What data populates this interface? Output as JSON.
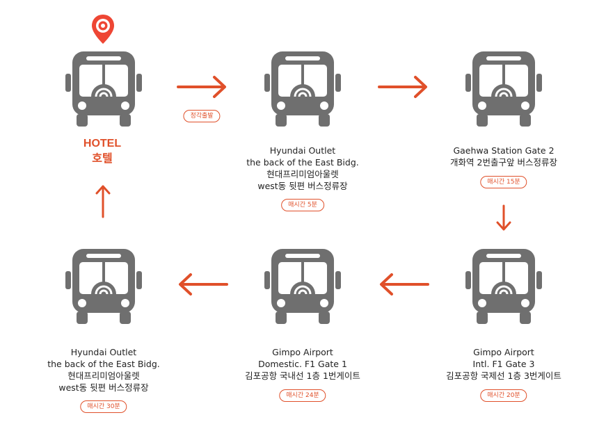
{
  "colors": {
    "accent": "#e0502a",
    "bus": "#6f6f6f"
  },
  "origin": {
    "title_en": "HOTEL",
    "title_ko": "호텔",
    "icon": "location-pin-icon"
  },
  "start_badge": "정각출발",
  "stops": [
    {
      "lines": [
        "Hyundai Outlet",
        "the back of the East Bidg.",
        "현대프리미엄아울렛",
        "west동 뒷편 버스정류장"
      ],
      "interval": "매시간 5분"
    },
    {
      "lines": [
        "Gaehwa Station Gate 2",
        "개화역 2번출구앞 버스정류장"
      ],
      "interval": "매시간 15분"
    },
    {
      "lines": [
        "Gimpo Airport",
        "Intl. F1 Gate 3",
        "김포공항 국제선 1층 3번게이트"
      ],
      "interval": "매시간 20분"
    },
    {
      "lines": [
        "Gimpo Airport",
        "Domestic. F1 Gate 1",
        "김포공항 국내선 1층 1번게이트"
      ],
      "interval": "매시간 24분"
    },
    {
      "lines": [
        "Hyundai Outlet",
        "the back of the East Bidg.",
        "현대프리미엄아울렛",
        "west동 뒷편 버스정류장"
      ],
      "interval": "매시간 30분"
    }
  ]
}
